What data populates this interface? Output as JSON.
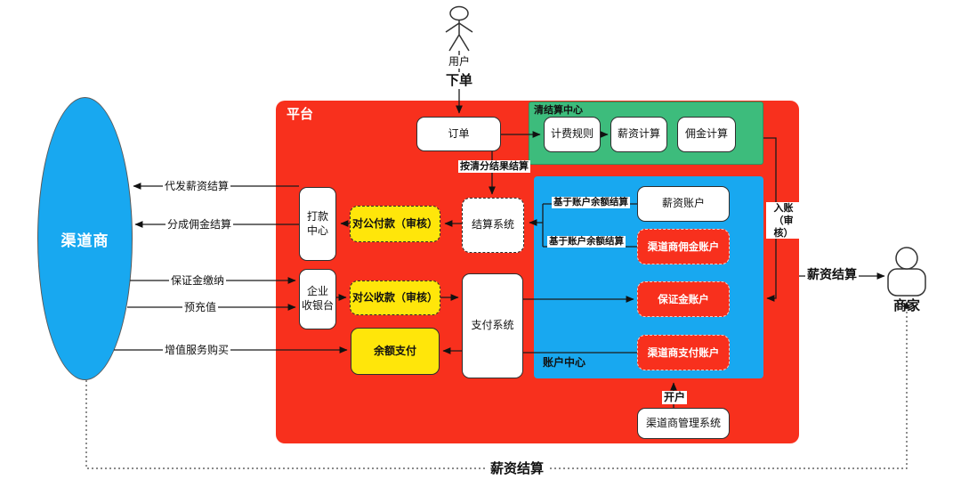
{
  "colors": {
    "platform_red": "#f8301d",
    "account_blue": "#18a8f0",
    "clearing_green": "#3dbc7c",
    "highlight_yellow": "#ffe60a"
  },
  "user": {
    "label": "用户",
    "action": "下单"
  },
  "channel": {
    "label": "渠道商"
  },
  "merchant": {
    "label": "商家"
  },
  "platform": {
    "label": "平台"
  },
  "clearing": {
    "label": "清结算中心",
    "billing_rules": "计费规则",
    "salary_calc": "薪资计算",
    "commission_calc": "佣金计算"
  },
  "account_center": {
    "label": "账户中心",
    "salary_account": "薪资账户",
    "commission_account": "渠道商佣金账户",
    "deposit_account": "保证金账户",
    "payment_account": "渠道商支付账户"
  },
  "nodes": {
    "order": "订单",
    "settle_system": "结算系统",
    "corp_pay": "对公付款（审核）",
    "payout_center": "打款\n中心",
    "cashier": "企业\n收银台",
    "corp_collect": "对公收款（审核）",
    "balance_pay": "余额支付",
    "pay_system": "支付系统",
    "channel_mgmt": "渠道商管理系统"
  },
  "edge_labels": {
    "by_clearing_result": "按清分结果结算",
    "by_balance_1": "基于账户余额结算",
    "by_balance_2": "基于账户余额结算",
    "booking_review": "入账\n（审核）",
    "open_account": "开户",
    "salary_settle_right": "薪资结算",
    "salary_settle_bottom": "薪资结算",
    "salary_agent": "代发薪资结算",
    "commission_share": "分成佣金结算",
    "deposit_pay": "保证金缴纳",
    "precharge": "预充值",
    "vas_purchase": "增值服务购买"
  }
}
